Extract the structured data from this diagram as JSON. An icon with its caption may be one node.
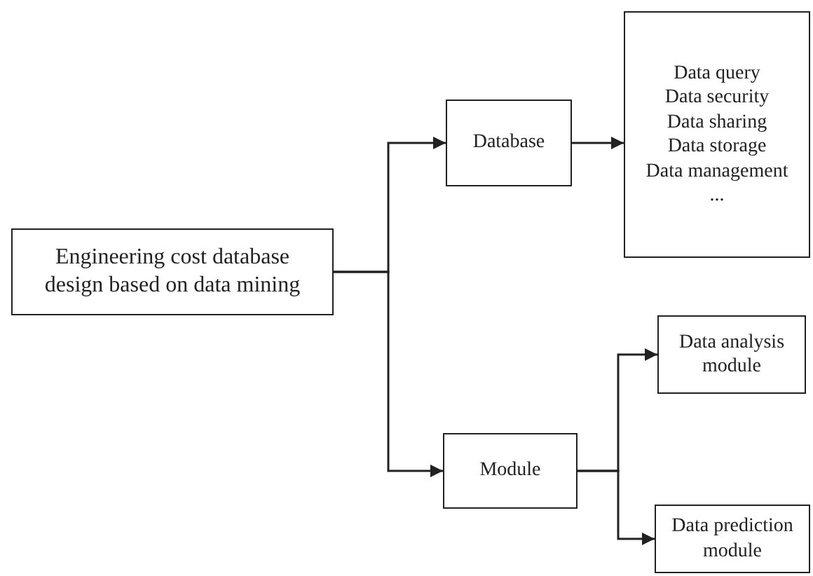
{
  "diagram": {
    "nodes": [
      {
        "text": [
          "Engineering cost database design based on data mining"
        ]
      },
      {
        "text": [
          "Database"
        ]
      },
      {
        "text": [
          "Data query",
          "Data security",
          "Data sharing",
          "Data storage",
          "Data management",
          "..."
        ]
      },
      {
        "text": [
          "Module"
        ]
      },
      {
        "text": [
          "Data analysis module"
        ]
      },
      {
        "text": [
          "Data prediction module"
        ]
      }
    ],
    "edges": [
      {
        "from": 0,
        "to": 1,
        "arrow": "to"
      },
      {
        "from": 0,
        "to": 3,
        "arrow": "to"
      },
      {
        "from": 1,
        "to": 2,
        "arrow": "to"
      },
      {
        "from": 3,
        "to": 4,
        "arrow": "to"
      },
      {
        "from": 3,
        "to": 5,
        "arrow": "to"
      }
    ]
  }
}
